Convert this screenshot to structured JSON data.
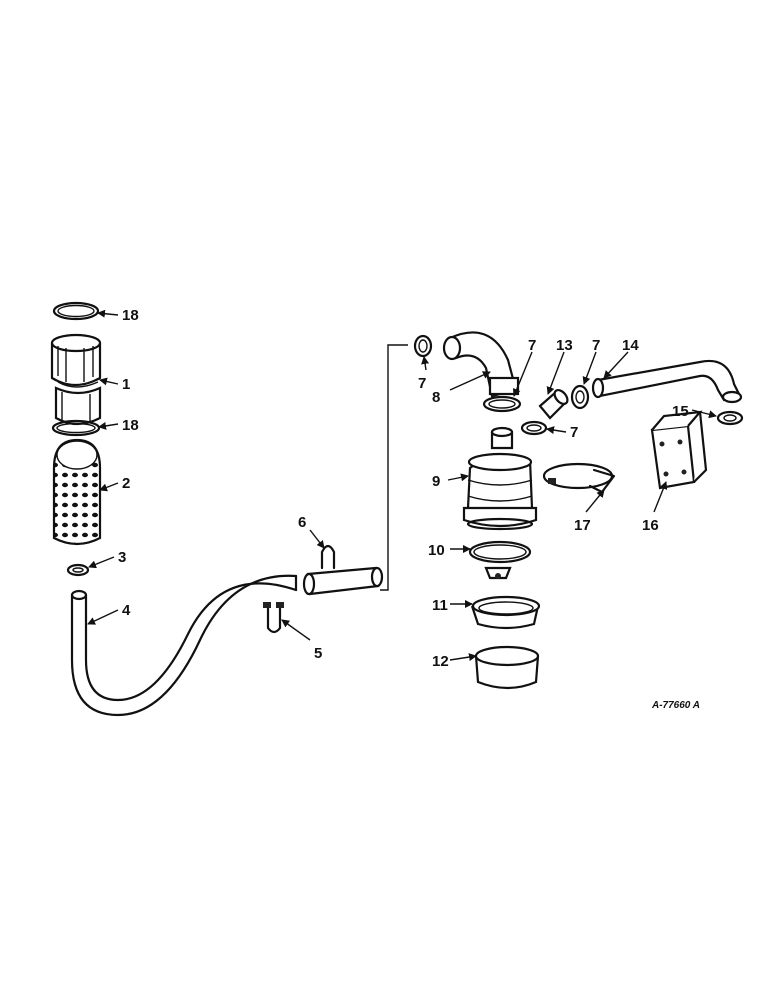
{
  "figure": {
    "drawing_number": "A-77660 A",
    "callouts": [
      {
        "id": "18a",
        "text": "18"
      },
      {
        "id": "1",
        "text": "1"
      },
      {
        "id": "18b",
        "text": "18"
      },
      {
        "id": "2",
        "text": "2"
      },
      {
        "id": "3",
        "text": "3"
      },
      {
        "id": "4",
        "text": "4"
      },
      {
        "id": "5",
        "text": "5"
      },
      {
        "id": "6",
        "text": "6"
      },
      {
        "id": "7a",
        "text": "7"
      },
      {
        "id": "8",
        "text": "8"
      },
      {
        "id": "7b",
        "text": "7"
      },
      {
        "id": "13",
        "text": "13"
      },
      {
        "id": "7c",
        "text": "7"
      },
      {
        "id": "14",
        "text": "14"
      },
      {
        "id": "7d",
        "text": "7"
      },
      {
        "id": "15",
        "text": "15"
      },
      {
        "id": "9",
        "text": "9"
      },
      {
        "id": "17",
        "text": "17"
      },
      {
        "id": "16",
        "text": "16"
      },
      {
        "id": "10",
        "text": "10"
      },
      {
        "id": "11",
        "text": "11"
      },
      {
        "id": "12",
        "text": "12"
      }
    ]
  }
}
